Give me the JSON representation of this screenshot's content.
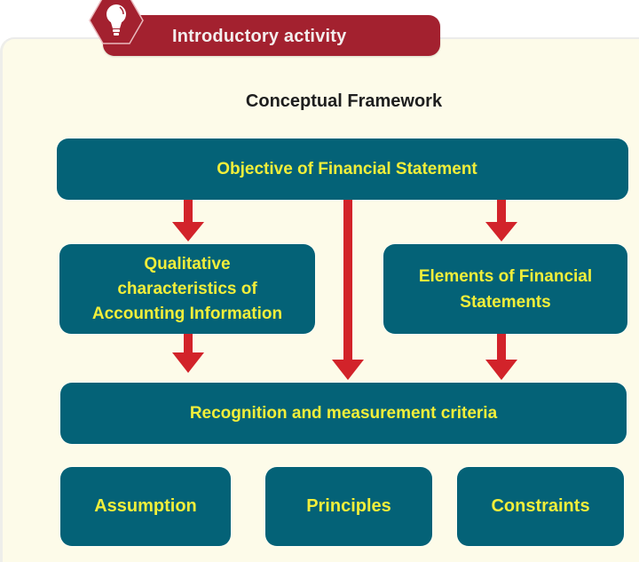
{
  "header": {
    "icon": "lightbulb-icon",
    "label": "Introductory activity",
    "color": "#a3212f"
  },
  "diagram": {
    "title": "Conceptual Framework",
    "colors": {
      "box_fill": "#046277",
      "box_text": "#f1ee3a",
      "arrow": "#d2232a",
      "panel": "#fdfbe9"
    },
    "nodes": {
      "objective": "Objective of Financial Statement",
      "qualitative": "Qualitative characteristics of Accounting Information",
      "qualitative_lines": [
        "Qualitative",
        "characteristics of",
        "Accounting Information"
      ],
      "elements": "Elements of Financial Statements",
      "elements_lines": [
        "Elements of Financial",
        "Statements"
      ],
      "recognition": "Recognition and measurement criteria",
      "assumption": "Assumption",
      "principles": "Principles",
      "constraints": "Constraints"
    },
    "edges": [
      {
        "from": "objective",
        "to": "qualitative"
      },
      {
        "from": "objective",
        "to": "elements"
      },
      {
        "from": "objective",
        "to": "recognition"
      },
      {
        "from": "qualitative",
        "to": "recognition"
      },
      {
        "from": "elements",
        "to": "recognition"
      }
    ]
  }
}
